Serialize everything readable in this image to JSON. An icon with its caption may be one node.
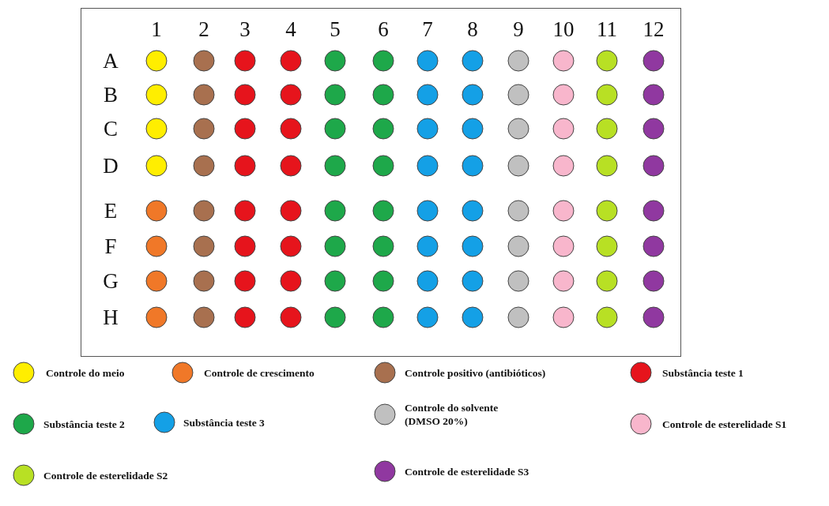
{
  "diagram": {
    "labels": [
      "1",
      "2",
      "3",
      "4",
      "5",
      "6",
      "7",
      "8",
      "9",
      "10",
      "11",
      "12",
      "A",
      "B",
      "C",
      "D",
      "E",
      "F",
      "G",
      "H"
    ],
    "legend": [
      {
        "text": "Controle do meio",
        "color": "#ffee00"
      },
      {
        "text": "Controle de crescimento",
        "color": "#f07828"
      },
      {
        "text": "Controle positivo (antibióticos)",
        "color": "#a8704f"
      },
      {
        "text": "Substância teste 1",
        "color": "#e6141c"
      },
      {
        "text": "Substância teste 2",
        "color": "#1ea84a"
      },
      {
        "text": "Substância teste 3",
        "color": "#14a0e6"
      },
      {
        "text": "Controle do solvente (DMSO 20%)",
        "color": "#c0c0c0"
      },
      {
        "text": "Controle de esterelidade S1",
        "color": "#f8b6cc"
      },
      {
        "text": "Controle de esterelidade S2",
        "color": "#b8e024"
      },
      {
        "text": "Controle de esterelidade S3",
        "color": "#9038a0"
      }
    ]
  }
}
